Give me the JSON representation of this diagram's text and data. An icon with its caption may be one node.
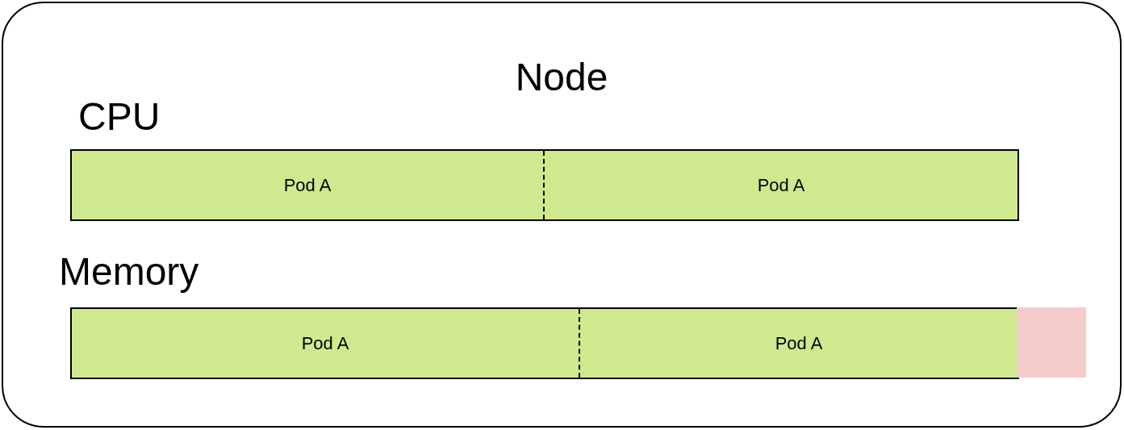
{
  "diagram": {
    "nodes": [
      {
        "text": [
          "Node"
        ]
      },
      {
        "text": [
          "CPU"
        ],
        "in": 0
      },
      {
        "text": [
          "Pod A"
        ],
        "in": 1
      },
      {
        "text": [
          "Pod A"
        ],
        "in": 1
      },
      {
        "text": [
          "Memory"
        ],
        "in": 0
      },
      {
        "text": [
          "Pod A"
        ],
        "in": 4
      },
      {
        "text": [
          "Pod A"
        ],
        "in": 4
      },
      {
        "text": [],
        "shape": "box",
        "in": 0
      }
    ],
    "edges": []
  }
}
